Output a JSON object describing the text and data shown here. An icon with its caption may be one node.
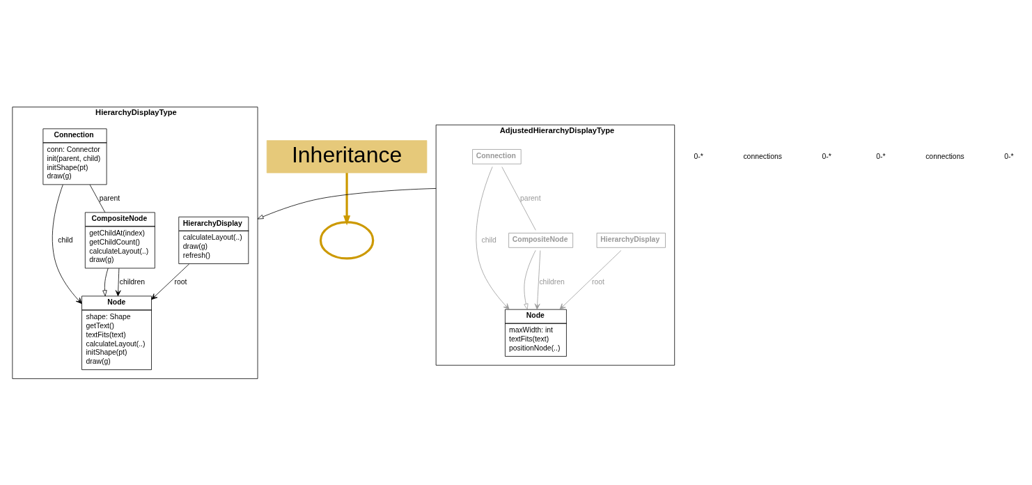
{
  "diagram": {
    "nodes": [
      {
        "text": [
          "HierarchyDisplayType"
        ]
      },
      {
        "text": [
          "HierarchyDisplay",
          "calculateLayout(..)",
          "draw(g)",
          "refresh()"
        ],
        "in": 0
      },
      {
        "text": [
          "Node",
          "shape: Shape",
          "getText()",
          "textFits(text)",
          "calculateLayout(..)",
          "initShape(pt)",
          "draw(g)"
        ],
        "in": 0
      },
      {
        "text": [
          "Connection",
          "conn: Connector",
          "init(parent, child)",
          "initShape(pt)",
          "draw(g)"
        ],
        "in": 0
      },
      {
        "text": [
          "CompositeNode",
          "getChildAt(index)",
          "getChildCount()",
          "calculateLayout(..)",
          "draw(g)"
        ],
        "in": 0
      },
      {
        "text": [
          "Inheritance"
        ]
      },
      {
        "text": [
          "AdjustedHierarchyDisplayType"
        ]
      },
      {
        "text": [
          "HierarchyDisplay"
        ],
        "in": 6
      },
      {
        "text": [
          "Node",
          "maxWidth: int",
          "textFits(text)",
          "positionNode(..)"
        ],
        "in": 6
      },
      {
        "text": [
          "Connection"
        ],
        "in": 6
      },
      {
        "text": [
          "CompositeNode"
        ],
        "in": 6
      },
      {
        "text": [],
        "shape": "circle"
      }
    ],
    "edges": [
      {
        "from": 1,
        "to": 2,
        "arrow": "to",
        "label": "root"
      },
      {
        "from": 3,
        "to": 2,
        "arrow": "to",
        "label": "child"
      },
      {
        "from": 4,
        "to": 2,
        "arrow": "to"
      },
      {
        "from": 4,
        "to": 2,
        "arrow": "to",
        "label": "children"
      },
      {
        "from": 3,
        "to": 4,
        "arrow": "none",
        "label": "parent"
      },
      {
        "from": 7,
        "to": 8,
        "arrow": "to",
        "label": "root",
        "color": "#999999"
      },
      {
        "from": 9,
        "to": 8,
        "arrow": "to",
        "label": "child",
        "color": "#999999"
      },
      {
        "from": 10,
        "to": 8,
        "arrow": "to",
        "color": "#999999"
      },
      {
        "from": 10,
        "to": 8,
        "arrow": "to",
        "label": "children",
        "color": "#999999"
      },
      {
        "from": 9,
        "to": 10,
        "arrow": "none",
        "label": "parent",
        "color": "#999999"
      },
      {
        "from": 6,
        "to": 0,
        "arrow": "to"
      },
      {
        "from": 5,
        "to": 11,
        "arrow": "to",
        "style": "thick",
        "color": "#cc9900"
      }
    ],
    "labels": [
      "0-*",
      "connections",
      "0-*",
      "0-*",
      "connections",
      "0-*"
    ]
  }
}
